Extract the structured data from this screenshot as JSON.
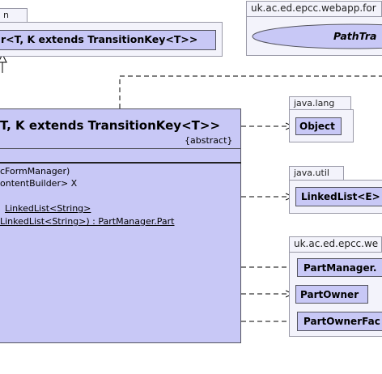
{
  "top_left_package": {
    "tab": "n",
    "class_name": "r<T, K extends TransitionKey<T>>"
  },
  "top_right_package": {
    "tab": "uk.ac.ed.epcc.webapp.for",
    "usecase_label": "PathTra"
  },
  "main_class": {
    "name": "T, K extends TransitionKey<T>>",
    "stereotype": "{abstract}",
    "members": [
      "cFormManager)",
      "ontentBuilder> X",
      "LinkedList<String>",
      "LinkedList<String>) : PartManager.Part"
    ]
  },
  "java_lang": {
    "tab": "java.lang",
    "class_name": "Object"
  },
  "java_util": {
    "tab": "java.util",
    "class_name": "LinkedList<E>"
  },
  "webapp_pkg": {
    "tab": "uk.ac.ed.epcc.we",
    "classes": [
      "PartManager.",
      "PartOwner",
      "PartOwnerFac"
    ]
  }
}
